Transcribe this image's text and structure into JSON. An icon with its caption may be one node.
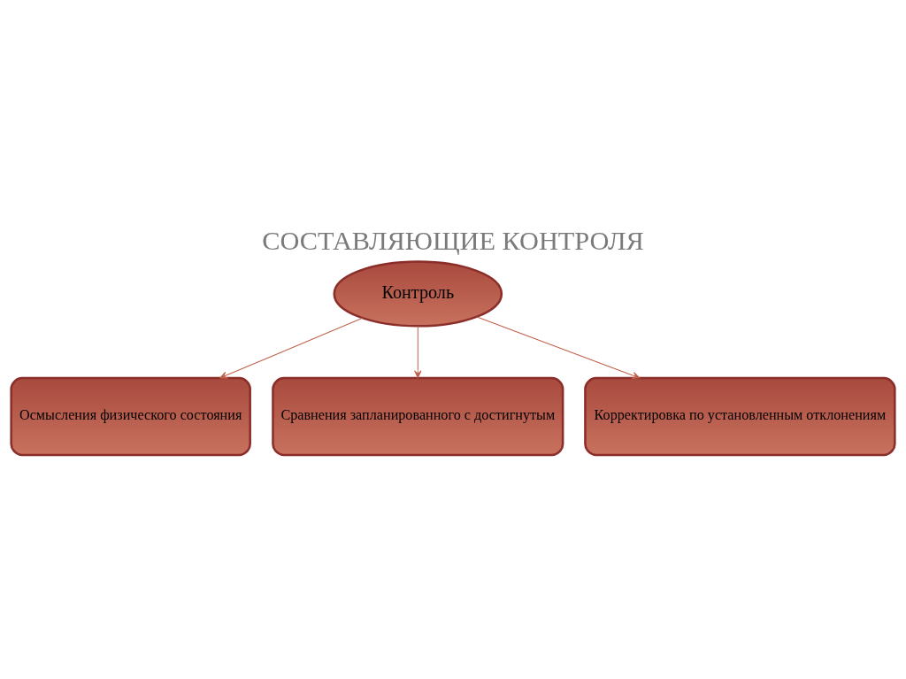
{
  "diagram": {
    "title": "СОСТАВЛЯЮЩИЕ КОНТРОЛЯ",
    "nodes": [
      {
        "text": [
          "Контроль"
        ]
      },
      {
        "text": [
          "Осмысления физического состояния"
        ]
      },
      {
        "text": [
          "Сравнения запланированного с достигнутым"
        ]
      },
      {
        "text": [
          "Корректировка по установленным отклонениям"
        ]
      }
    ],
    "edges": [
      {
        "from": 0,
        "to": 1,
        "arrow": "to"
      },
      {
        "from": 0,
        "to": 2,
        "arrow": "to"
      },
      {
        "from": 0,
        "to": 3,
        "arrow": "to"
      }
    ]
  }
}
